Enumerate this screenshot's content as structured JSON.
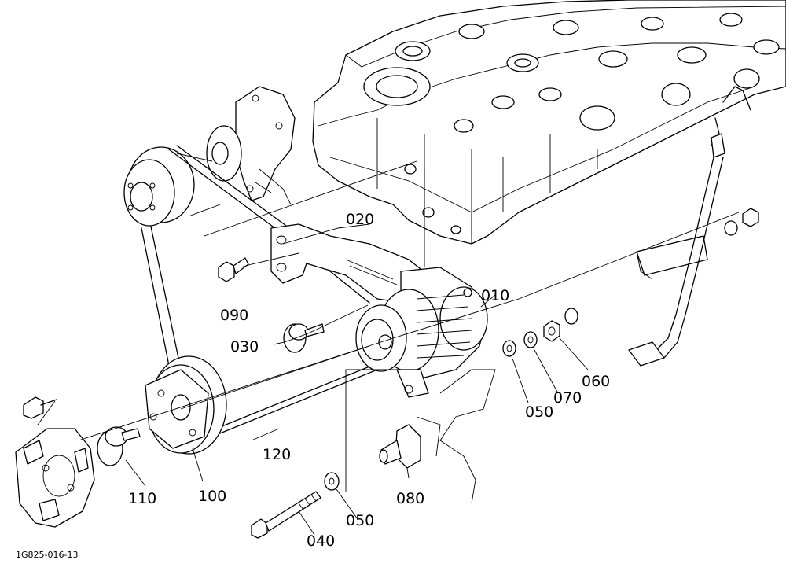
{
  "drawing_code": "1G825-016-13",
  "callouts": [
    {
      "id": "010",
      "label": "010"
    },
    {
      "id": "020",
      "label": "020"
    },
    {
      "id": "030",
      "label": "030"
    },
    {
      "id": "040",
      "label": "040"
    },
    {
      "id": "050a",
      "label": "050"
    },
    {
      "id": "050b",
      "label": "050"
    },
    {
      "id": "060",
      "label": "060"
    },
    {
      "id": "070",
      "label": "070"
    },
    {
      "id": "080",
      "label": "080"
    },
    {
      "id": "090",
      "label": "090"
    },
    {
      "id": "100",
      "label": "100"
    },
    {
      "id": "110",
      "label": "110"
    },
    {
      "id": "120",
      "label": "120"
    }
  ]
}
